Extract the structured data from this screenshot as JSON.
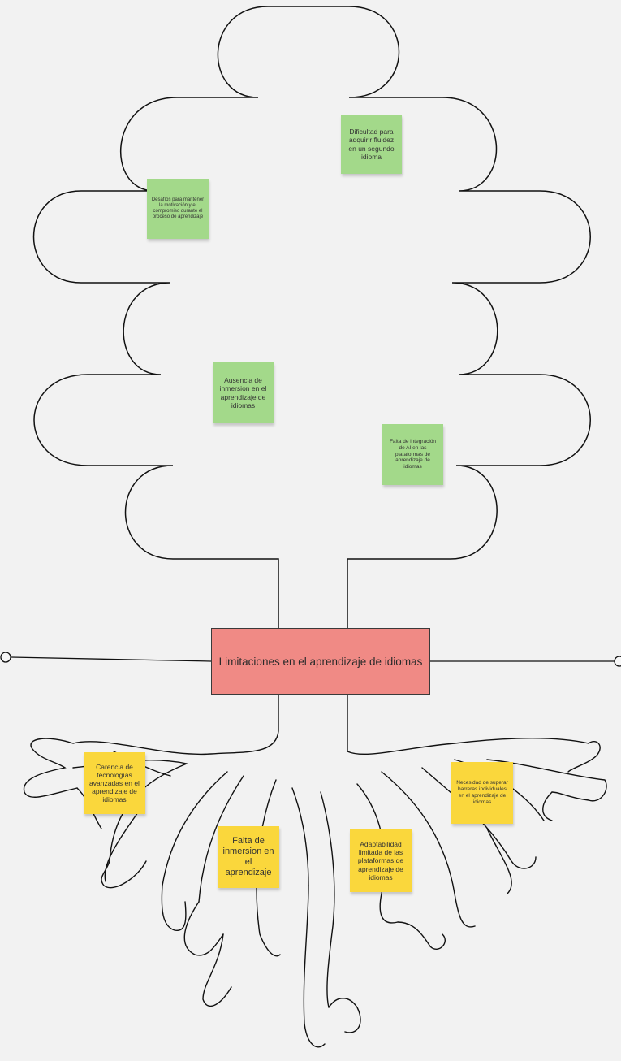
{
  "center": {
    "label": "Limitaciones en el aprendizaje de idiomas"
  },
  "canopy_notes": [
    {
      "text": "Dificultad para adquirir fluidez en un segundo idioma"
    },
    {
      "text": "Desafíos para mantener la motivación y el compromiso durante el proceso de aprendizaje"
    },
    {
      "text": "Ausencia de inmersion en el aprendizaje de idiomas"
    },
    {
      "text": "Falta de integración de AI en las plataformas de aprendizaje de idiomas"
    }
  ],
  "root_notes": [
    {
      "text": "Carencia de tecnologías avanzadas en el aprendizaje de idiomas"
    },
    {
      "text": "Falta de inmersion en el aprendizaje"
    },
    {
      "text": "Adaptabilidad limitada de las plataformas de aprendizaje de idiomas"
    },
    {
      "text": "Necesidad de superar barreras individuales en el aprendizaje de idiomas"
    }
  ],
  "colors": {
    "canvas": "#f2f2f2",
    "green_note": "#a3d98a",
    "yellow_note": "#fad73c",
    "center_box": "#f08a85",
    "outline": "#1a1a1a"
  }
}
